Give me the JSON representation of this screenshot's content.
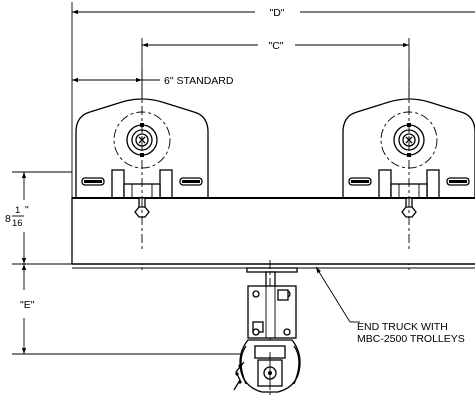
{
  "dimensions": {
    "d_label": "\"D\"",
    "c_label": "\"C\"",
    "standard_label": "6\" STANDARD",
    "height_whole": "8",
    "height_num": "1",
    "height_den": "16",
    "height_inch": "\"",
    "e_label": "\"E\""
  },
  "callout": {
    "line1": "END TRUCK WITH",
    "line2": "MBC-2500 TROLLEYS"
  }
}
